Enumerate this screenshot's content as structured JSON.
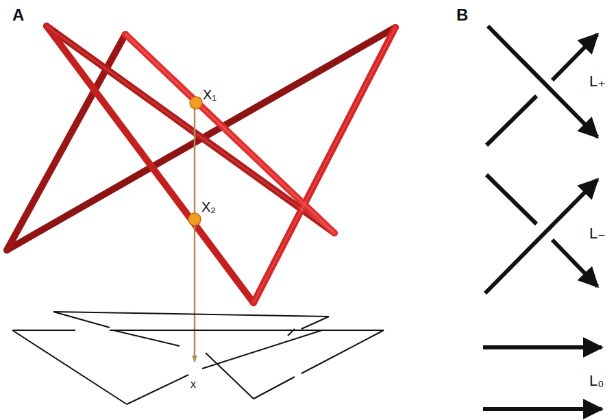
{
  "diagram": {
    "labels": [
      "A",
      "B",
      "X₁",
      "X₂",
      "x",
      "L₊",
      "L₋",
      "L₀"
    ]
  }
}
